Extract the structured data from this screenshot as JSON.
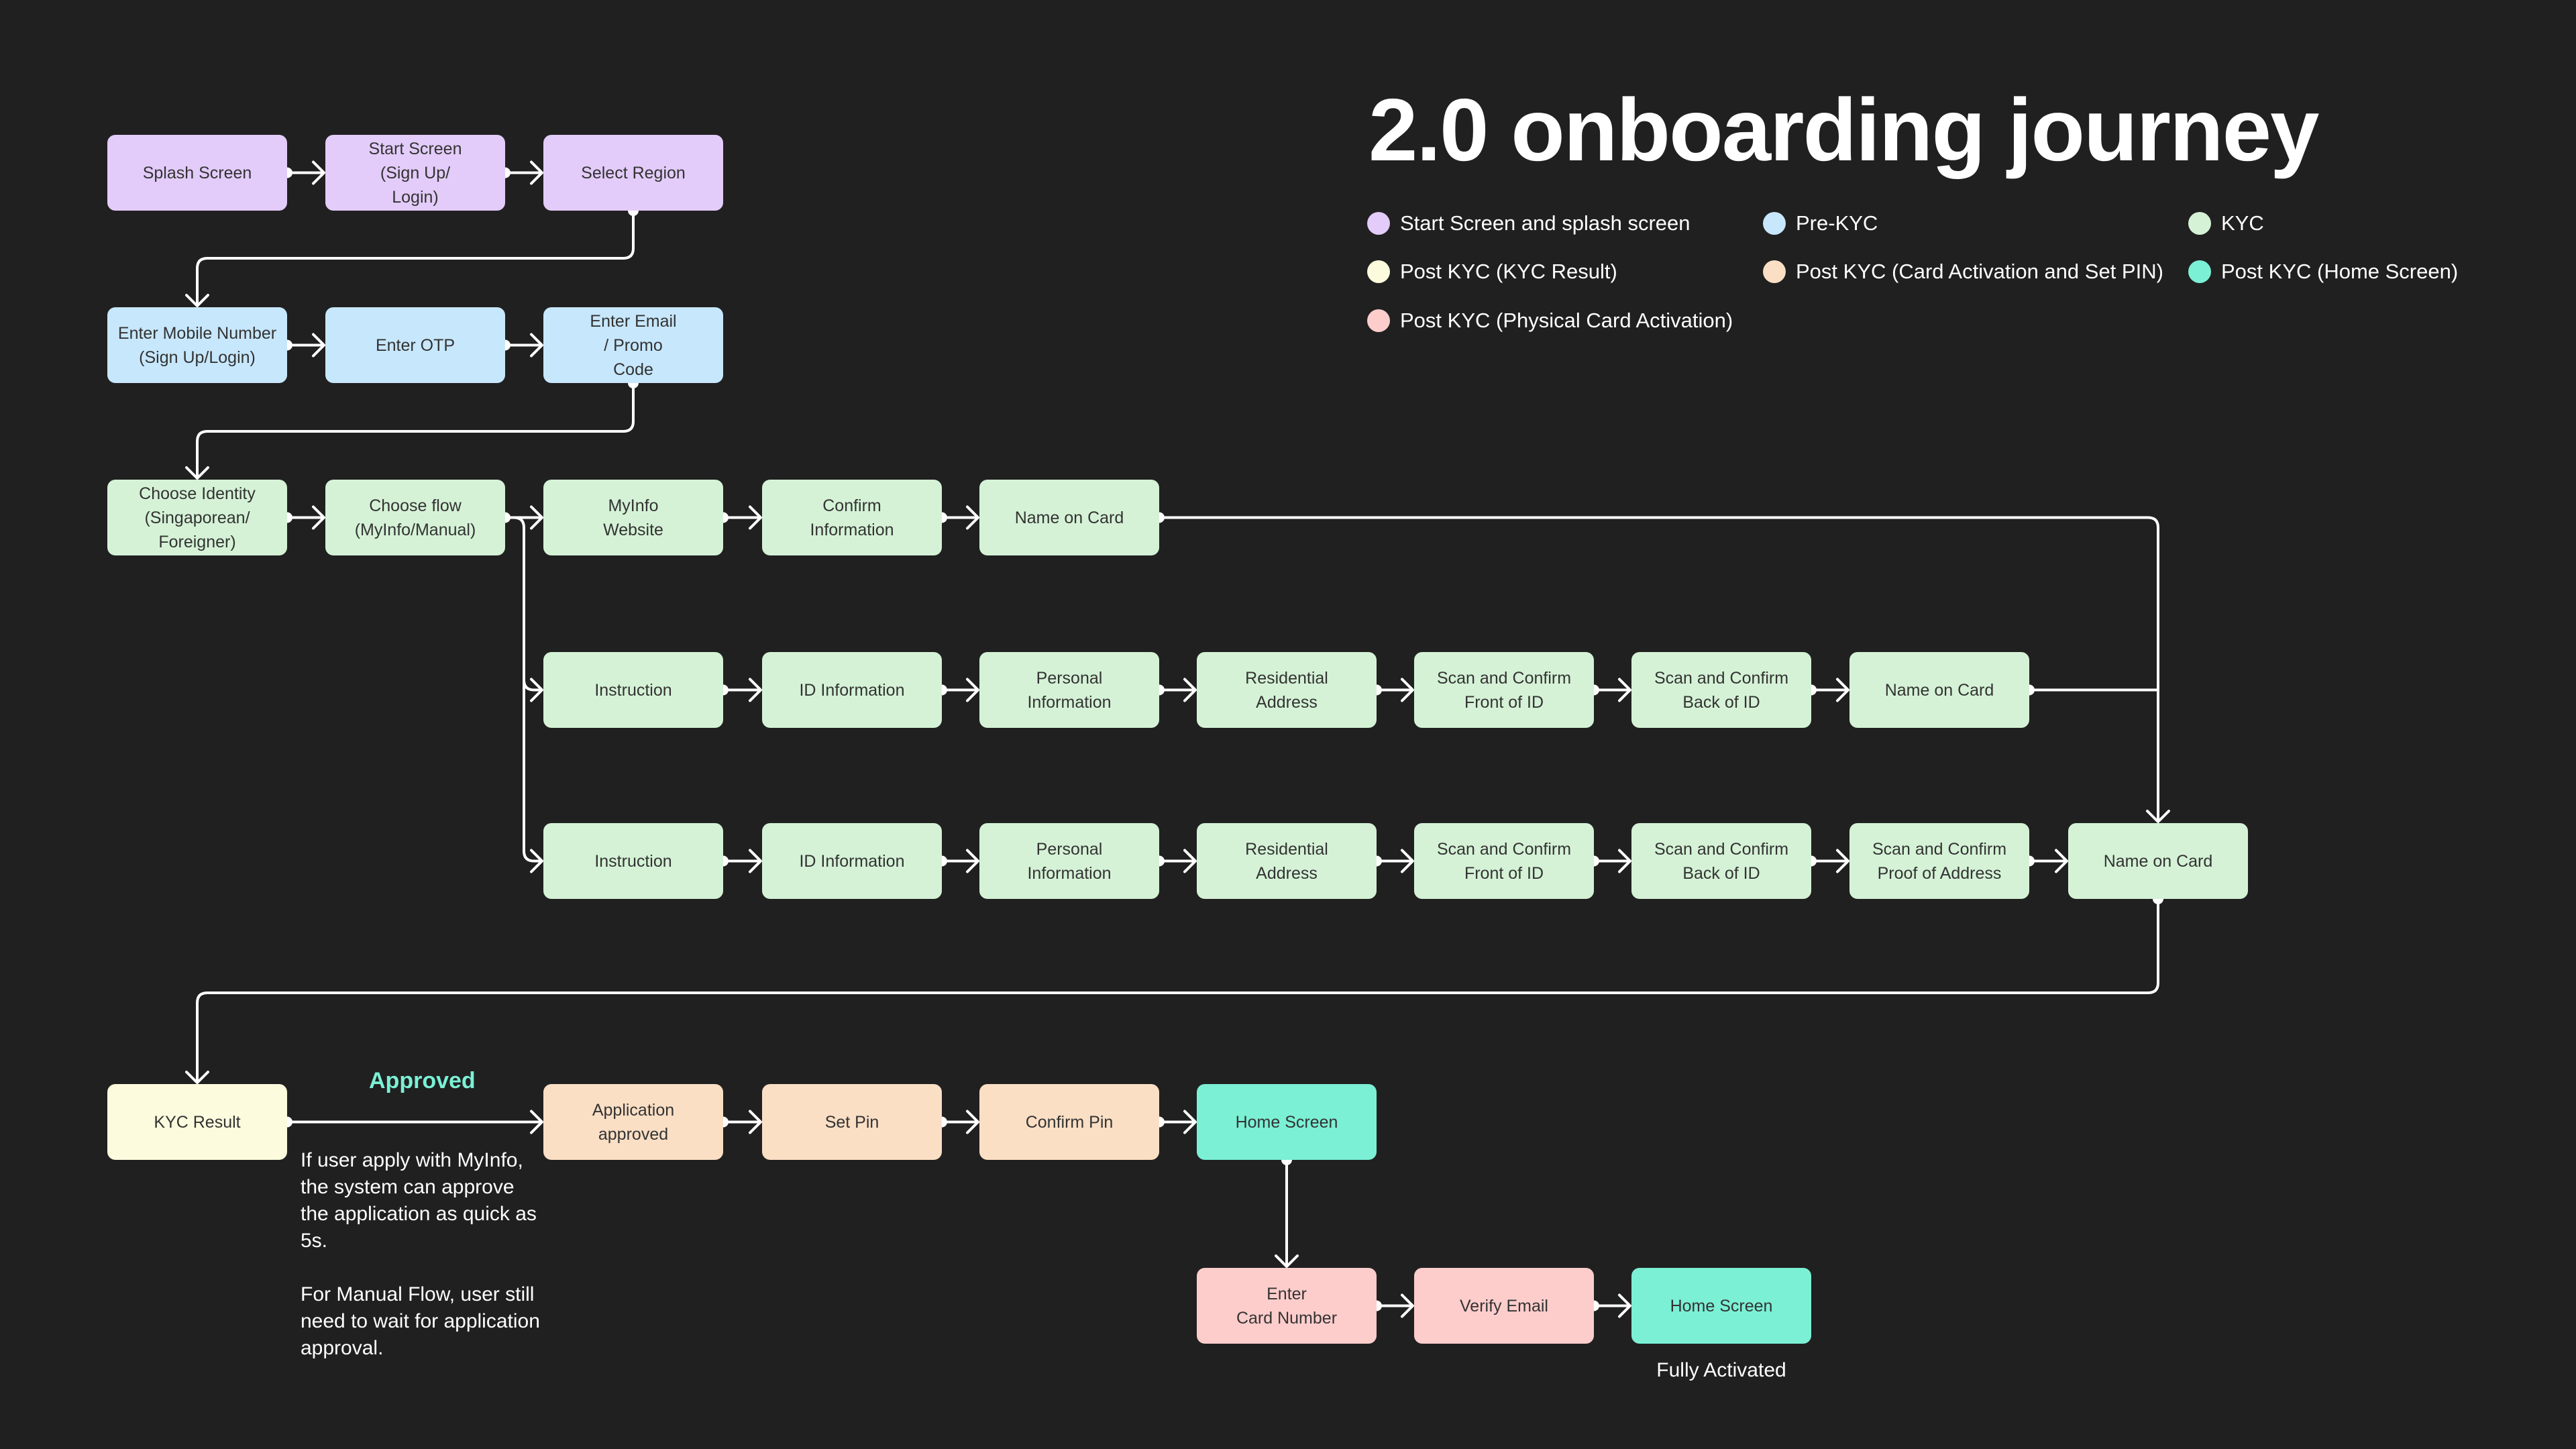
{
  "title": "2.0 onboarding journey",
  "colors": {
    "background": "#202020",
    "start": "#E3CCF9",
    "pre_kyc": "#C7E7FC",
    "kyc": "#D5F2D6",
    "post_kyc_result": "#FDFBDD",
    "post_kyc_card": "#FBDFC5",
    "post_kyc_home": "#7BF0D5",
    "post_kyc_physical": "#FDCDCC",
    "connector": "#FFFFFF"
  },
  "legend": [
    {
      "label": "Start Screen and splash screen",
      "category": "start"
    },
    {
      "label": "Pre-KYC",
      "category": "pre_kyc"
    },
    {
      "label": "KYC",
      "category": "kyc"
    },
    {
      "label": "Post KYC (KYC Result)",
      "category": "post_kyc_result"
    },
    {
      "label": "Post KYC (Card Activation and Set PIN)",
      "category": "post_kyc_card"
    },
    {
      "label": "Post KYC (Home Screen)",
      "category": "post_kyc_home"
    },
    {
      "label": "Post KYC (Physical Card Activation)",
      "category": "post_kyc_physical"
    }
  ],
  "nodes": [
    {
      "label": "Splash Screen",
      "category": "start"
    },
    {
      "label": "Start Screen\n(Sign Up/\nLogin)",
      "category": "start"
    },
    {
      "label": "Select Region",
      "category": "start"
    },
    {
      "label": "Enter Mobile Number\n(Sign Up/Login)",
      "category": "pre_kyc"
    },
    {
      "label": "Enter OTP",
      "category": "pre_kyc"
    },
    {
      "label": "Enter Email\n/ Promo\nCode",
      "category": "pre_kyc"
    },
    {
      "label": "Choose Identity\n(Singaporean/\nForeigner)",
      "category": "kyc"
    },
    {
      "label": "Choose flow\n(MyInfo/Manual)",
      "category": "kyc"
    },
    {
      "label": "MyInfo\nWebsite",
      "category": "kyc"
    },
    {
      "label": "Confirm\nInformation",
      "category": "kyc"
    },
    {
      "label": "Name on Card",
      "category": "kyc"
    },
    {
      "label": "Instruction",
      "category": "kyc"
    },
    {
      "label": "ID Information",
      "category": "kyc"
    },
    {
      "label": "Personal\nInformation",
      "category": "kyc"
    },
    {
      "label": "Residential\nAddress",
      "category": "kyc"
    },
    {
      "label": "Scan and Confirm\nFront of ID",
      "category": "kyc"
    },
    {
      "label": "Scan and Confirm\nBack of ID",
      "category": "kyc"
    },
    {
      "label": "Name on Card",
      "category": "kyc"
    },
    {
      "label": "Instruction",
      "category": "kyc"
    },
    {
      "label": "ID Information",
      "category": "kyc"
    },
    {
      "label": "Personal\nInformation",
      "category": "kyc"
    },
    {
      "label": "Residential\nAddress",
      "category": "kyc"
    },
    {
      "label": "Scan and Confirm\nFront of ID",
      "category": "kyc"
    },
    {
      "label": "Scan and Confirm\nBack of ID",
      "category": "kyc"
    },
    {
      "label": "Scan and Confirm\nProof of Address",
      "category": "kyc"
    },
    {
      "label": "Name on Card",
      "category": "kyc"
    },
    {
      "label": "KYC Result",
      "category": "post_kyc_result"
    },
    {
      "label": "Application\napproved",
      "category": "post_kyc_card"
    },
    {
      "label": "Set Pin",
      "category": "post_kyc_card"
    },
    {
      "label": "Confirm Pin",
      "category": "post_kyc_card"
    },
    {
      "label": "Home Screen",
      "category": "post_kyc_home"
    },
    {
      "label": "Enter\nCard Number",
      "category": "post_kyc_physical"
    },
    {
      "label": "Verify Email",
      "category": "post_kyc_physical"
    },
    {
      "label": "Home Screen",
      "category": "post_kyc_home"
    }
  ],
  "approved_label": "Approved",
  "note": "If user apply with MyInfo, the system can approve the application as quick as 5s.\n\nFor Manual Flow, user still need to wait for application approval.",
  "fully_activated_label": "Fully Activated"
}
